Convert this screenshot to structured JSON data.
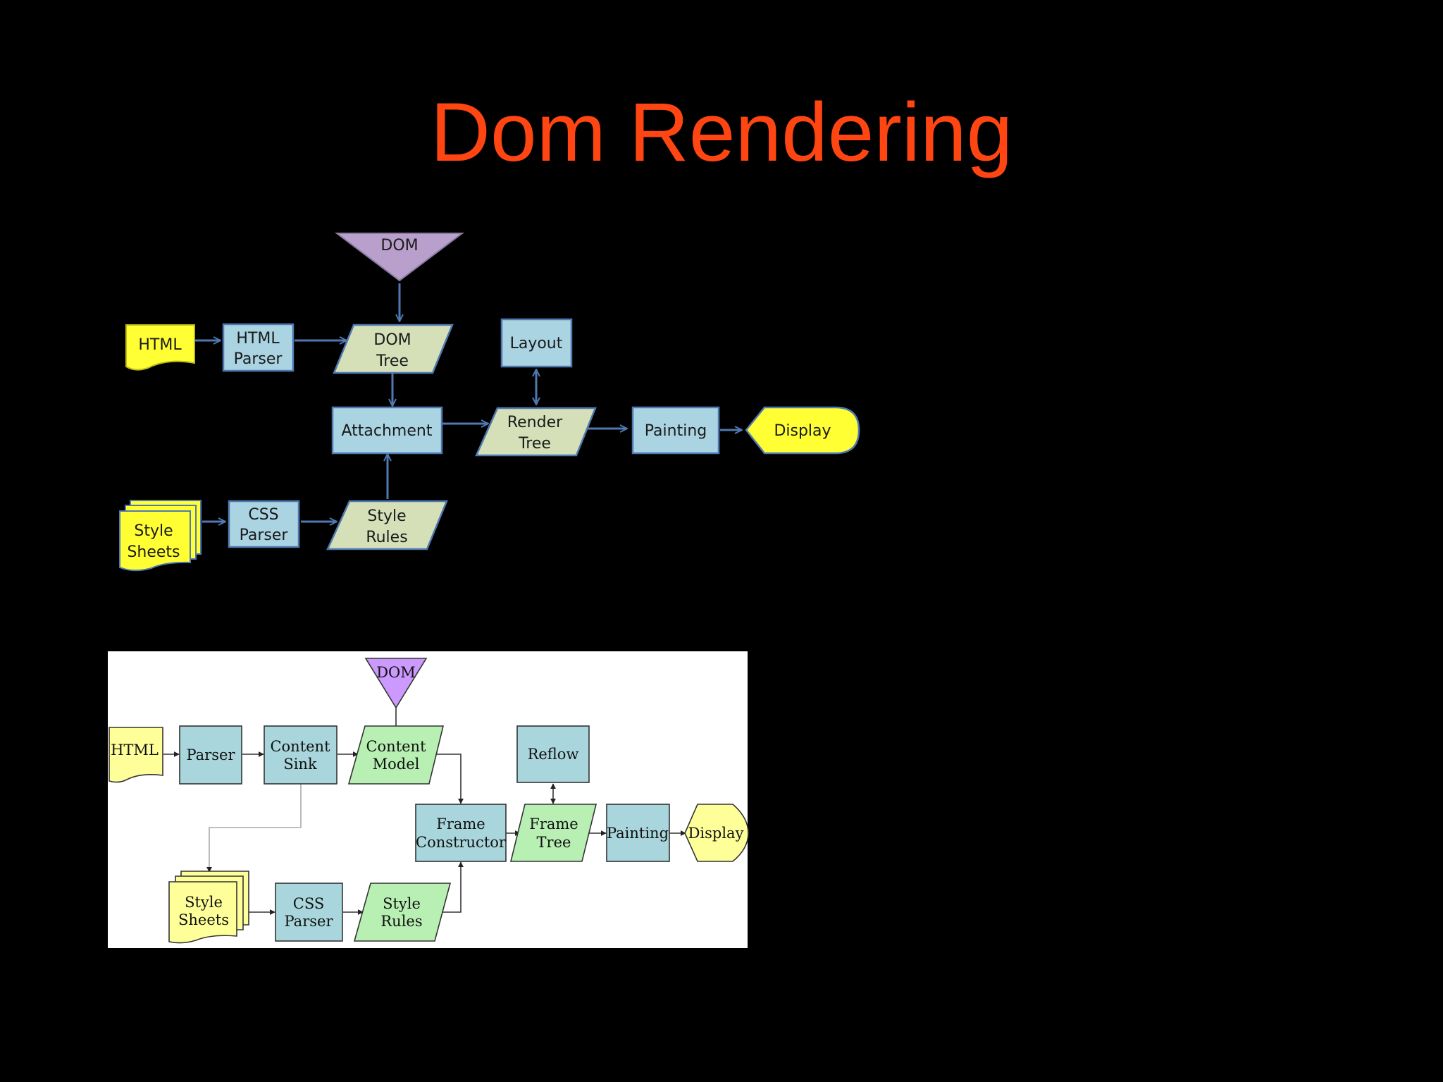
{
  "slide": {
    "title": "Dom Rendering"
  },
  "colors": {
    "background": "#000000",
    "title": "#ff4512",
    "webkit_box": "#abd4e3",
    "webkit_parallelogram": "#d6e0b8",
    "webkit_input": "#ffff33",
    "webkit_dom": "#b89fcc",
    "webkit_arrow": "#4f79b0",
    "gecko_box": "#a9d6dc",
    "gecko_parallelogram": "#b8f0b4",
    "gecko_input": "#ffff99",
    "gecko_dom": "#cc99ff"
  },
  "webkit_flow": {
    "dom": "DOM",
    "html": "HTML",
    "html_parser": [
      "HTML",
      "Parser"
    ],
    "dom_tree": [
      "DOM",
      "Tree"
    ],
    "layout": "Layout",
    "attachment": "Attachment",
    "render_tree": [
      "Render",
      "Tree"
    ],
    "painting": "Painting",
    "display": "Display",
    "style_sheets": [
      "Style",
      "Sheets"
    ],
    "css_parser": [
      "CSS",
      "Parser"
    ],
    "style_rules": [
      "Style",
      "Rules"
    ]
  },
  "gecko_flow": {
    "dom": "DOM",
    "html": "HTML",
    "parser": "Parser",
    "content_sink": [
      "Content",
      "Sink"
    ],
    "content_model": [
      "Content",
      "Model"
    ],
    "reflow": "Reflow",
    "frame_constructor": [
      "Frame",
      "Constructor"
    ],
    "frame_tree": [
      "Frame",
      "Tree"
    ],
    "painting": "Painting",
    "display": "Display",
    "style_sheets": [
      "Style",
      "Sheets"
    ],
    "css_parser": [
      "CSS",
      "Parser"
    ],
    "style_rules": [
      "Style",
      "Rules"
    ]
  }
}
